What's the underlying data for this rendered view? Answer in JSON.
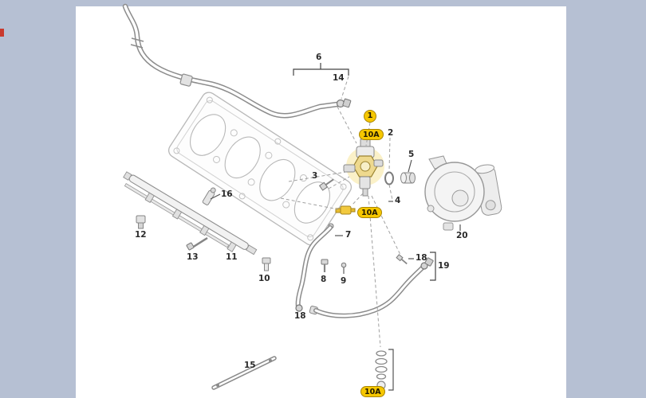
{
  "diagram_type": "parts-catalog-exploded-view",
  "colors": {
    "frame": "#b6c0d3",
    "content_bg": "#ffffff",
    "highlight_fill": "#f6c700",
    "highlight_border": "#a98500",
    "line_gray": "#8c8c8c"
  },
  "parts": [
    {
      "id": "6",
      "text": "6",
      "kind": "plain"
    },
    {
      "id": "14",
      "text": "14",
      "kind": "plain"
    },
    {
      "id": "1",
      "text": "1",
      "kind": "circle-highlight"
    },
    {
      "id": "10A-top",
      "text": "10A",
      "kind": "badge-highlight"
    },
    {
      "id": "2",
      "text": "2",
      "kind": "plain"
    },
    {
      "id": "3",
      "text": "3",
      "kind": "plain"
    },
    {
      "id": "5",
      "text": "5",
      "kind": "plain"
    },
    {
      "id": "4",
      "text": "4",
      "kind": "plain"
    },
    {
      "id": "10A-mid",
      "text": "10A",
      "kind": "badge-highlight"
    },
    {
      "id": "20",
      "text": "20",
      "kind": "plain"
    },
    {
      "id": "16",
      "text": "16",
      "kind": "plain"
    },
    {
      "id": "12",
      "text": "12",
      "kind": "plain"
    },
    {
      "id": "13",
      "text": "13",
      "kind": "plain"
    },
    {
      "id": "11",
      "text": "11",
      "kind": "plain"
    },
    {
      "id": "10",
      "text": "10",
      "kind": "plain"
    },
    {
      "id": "7",
      "text": "7",
      "kind": "plain"
    },
    {
      "id": "8",
      "text": "8",
      "kind": "plain"
    },
    {
      "id": "9",
      "text": "9",
      "kind": "plain"
    },
    {
      "id": "18-left",
      "text": "18",
      "kind": "plain"
    },
    {
      "id": "18-right",
      "text": "18",
      "kind": "plain"
    },
    {
      "id": "19",
      "text": "19",
      "kind": "plain"
    },
    {
      "id": "15",
      "text": "15",
      "kind": "plain"
    },
    {
      "id": "10A-bottom",
      "text": "10A",
      "kind": "badge-highlight"
    }
  ]
}
